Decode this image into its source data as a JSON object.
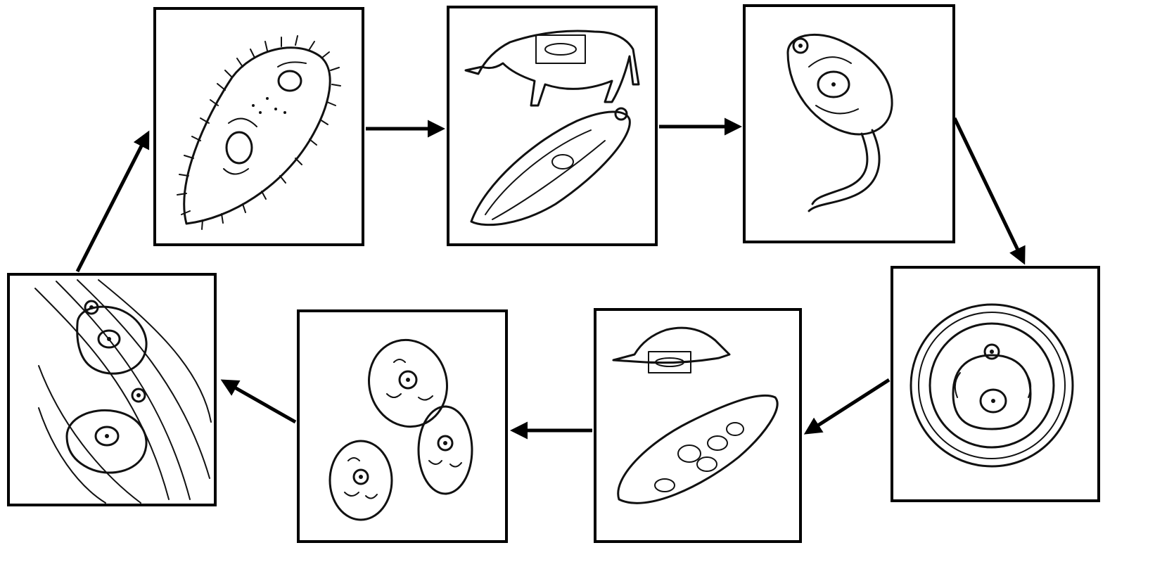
{
  "diagram": {
    "type": "cycle",
    "stages": [
      {
        "id": "stage-1",
        "icon": "ciliated-protozoan-icon"
      },
      {
        "id": "stage-2",
        "icon": "host-animal-with-protozoan-icon"
      },
      {
        "id": "stage-3",
        "icon": "tailed-larva-icon"
      },
      {
        "id": "stage-4",
        "icon": "encysted-larva-icon"
      },
      {
        "id": "stage-5",
        "icon": "intermediate-host-infected-tissue-icon"
      },
      {
        "id": "stage-6",
        "icon": "oval-cysts-icon"
      },
      {
        "id": "stage-7",
        "icon": "larvae-in-muscle-tissue-icon"
      }
    ],
    "arrows": [
      {
        "from": "stage-1",
        "to": "stage-2"
      },
      {
        "from": "stage-2",
        "to": "stage-3"
      },
      {
        "from": "stage-3",
        "to": "stage-4"
      },
      {
        "from": "stage-4",
        "to": "stage-5"
      },
      {
        "from": "stage-5",
        "to": "stage-6"
      },
      {
        "from": "stage-6",
        "to": "stage-7"
      },
      {
        "from": "stage-7",
        "to": "stage-1"
      }
    ],
    "colors": {
      "ink": "#111111",
      "background": "#ffffff"
    }
  }
}
